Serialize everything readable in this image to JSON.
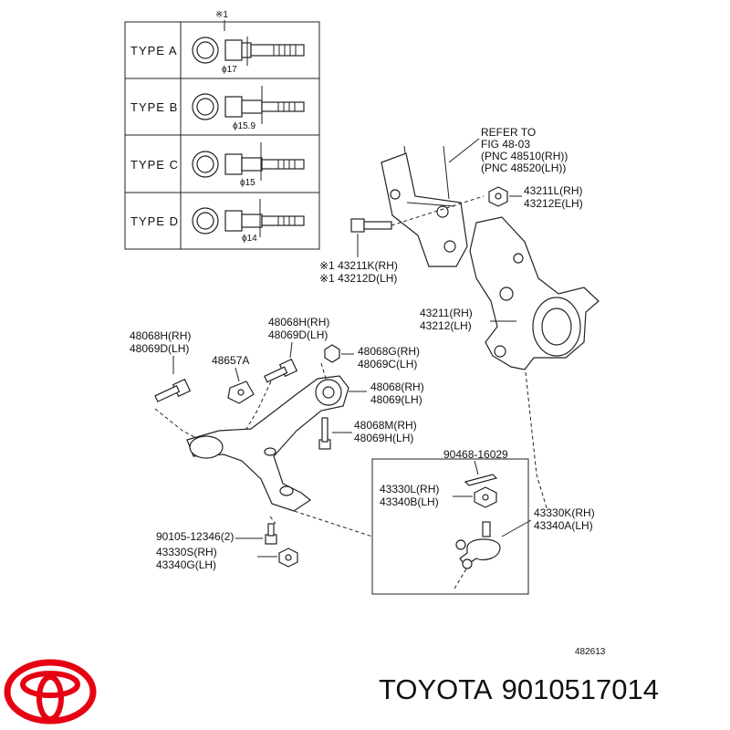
{
  "type_table": {
    "mark": "※1",
    "rows": [
      {
        "label": "TYPE  A",
        "diameter": "ϕ17"
      },
      {
        "label": "TYPE  B",
        "diameter": "ϕ15.9"
      },
      {
        "label": "TYPE  C",
        "diameter": "ϕ15"
      },
      {
        "label": "TYPE  D",
        "diameter": "ϕ14"
      }
    ]
  },
  "refer_note": {
    "line1": "REFER TO",
    "line2": "FIG 48-03",
    "line3": "(PNC 48510(RH))",
    "line4": "(PNC 48520(LH))"
  },
  "labels": {
    "p43211L": "43211L(RH)",
    "p43212E": "43212E(LH)",
    "p43211K": "※1 43211K(RH)",
    "p43212D": "※1 43212D(LH)",
    "p43211": "43211(RH)",
    "p43212": "43212(LH)",
    "p48068H_a": "48068H(RH)",
    "p48069D_a": "48069D(LH)",
    "p48068H_b": "48068H(RH)",
    "p48069D_b": "48069D(LH)",
    "p48657A": "48657A",
    "p48068G": "48068G(RH)",
    "p48069C": "48069C(LH)",
    "p48068": "48068(RH)",
    "p48069": "48069(LH)",
    "p48068M": "48068M(RH)",
    "p48069H": "48069H(LH)",
    "p90468": "90468-16029",
    "p43330L": "43330L(RH)",
    "p43340B": "43340B(LH)",
    "p43330K": "43330K(RH)",
    "p43340A": "43340A(LH)",
    "p90105": "90105-12346(2)",
    "p43330S": "43330S(RH)",
    "p43340G": "43340G(LH)"
  },
  "figure_code": "482613",
  "brand": {
    "name": "TOYOTA",
    "part_number": "9010517014",
    "logo_color": "#e60012"
  }
}
